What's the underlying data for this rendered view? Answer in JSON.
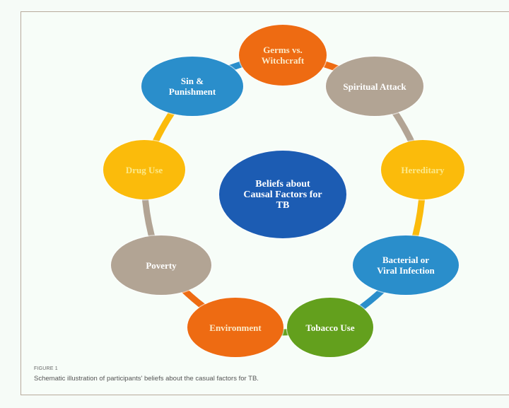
{
  "diagram": {
    "center": {
      "lines": [
        "Beliefs about",
        "Causal Factors for",
        "TB"
      ],
      "color": "#1c5cb3",
      "text_color": "#ffffff"
    },
    "nodes": [
      {
        "id": "germs-vs-witchcraft",
        "lines": [
          "Germs vs.",
          "Witchcraft"
        ],
        "color": "#ee6b12",
        "text_color": "#fbe9c8"
      },
      {
        "id": "spiritual-attack",
        "lines": [
          "Spiritual Attack"
        ],
        "color": "#b2a494",
        "text_color": "#ffffff"
      },
      {
        "id": "hereditary",
        "lines": [
          "Hereditary"
        ],
        "color": "#fbbb0b",
        "text_color": "#fbe98a"
      },
      {
        "id": "bacterial-or-viral-infection",
        "lines": [
          "Bacterial or",
          "Viral Infection"
        ],
        "color": "#2a8ecb",
        "text_color": "#ffffff"
      },
      {
        "id": "tobacco-use",
        "lines": [
          "Tobacco Use"
        ],
        "color": "#63a01d",
        "text_color": "#ffffff"
      },
      {
        "id": "environment",
        "lines": [
          "Environment"
        ],
        "color": "#ee6b12",
        "text_color": "#fbe9c8"
      },
      {
        "id": "poverty",
        "lines": [
          "Poverty"
        ],
        "color": "#b2a494",
        "text_color": "#ffffff"
      },
      {
        "id": "drug-use",
        "lines": [
          "Drug Use"
        ],
        "color": "#fbbb0b",
        "text_color": "#fbe98a"
      },
      {
        "id": "sin-and-punishment",
        "lines": [
          "Sin &",
          "Punishment"
        ],
        "color": "#2a8ecb",
        "text_color": "#ffffff"
      }
    ]
  },
  "caption": {
    "label": "FIGURE 1",
    "text": "Schematic illustration of participants' beliefs about the casual factors for TB."
  }
}
